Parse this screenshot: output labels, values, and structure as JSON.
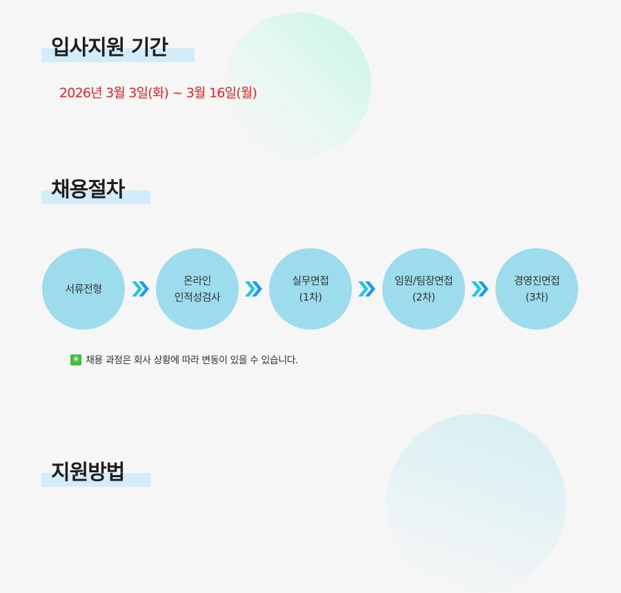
{
  "period": {
    "title": "입사지원 기간",
    "date": "2026년 3월 3일(화) ~ 3월 16일(월)"
  },
  "process": {
    "title": "채용절차",
    "steps": [
      {
        "line1": "서류전형",
        "line2": ""
      },
      {
        "line1": "온라인",
        "line2": "인적성검사"
      },
      {
        "line1": "실무면접",
        "line2": "(1차)"
      },
      {
        "line1": "임원/팀장면접",
        "line2": "(2차)"
      },
      {
        "line1": "경영진면접",
        "line2": "(3차)"
      }
    ],
    "note": "채용 과정은 회사 상황에 따라 변동이 있을 수 있습니다."
  },
  "method": {
    "title": "지원방법"
  }
}
